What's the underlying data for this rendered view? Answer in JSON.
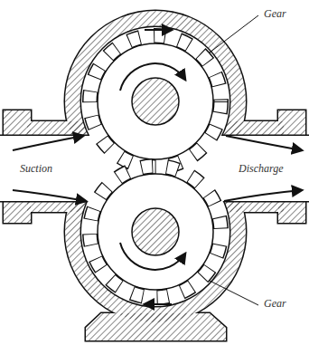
{
  "diagram": {
    "labels": [
      "Gear",
      "Suction",
      "Discharge",
      "Gear"
    ]
  }
}
